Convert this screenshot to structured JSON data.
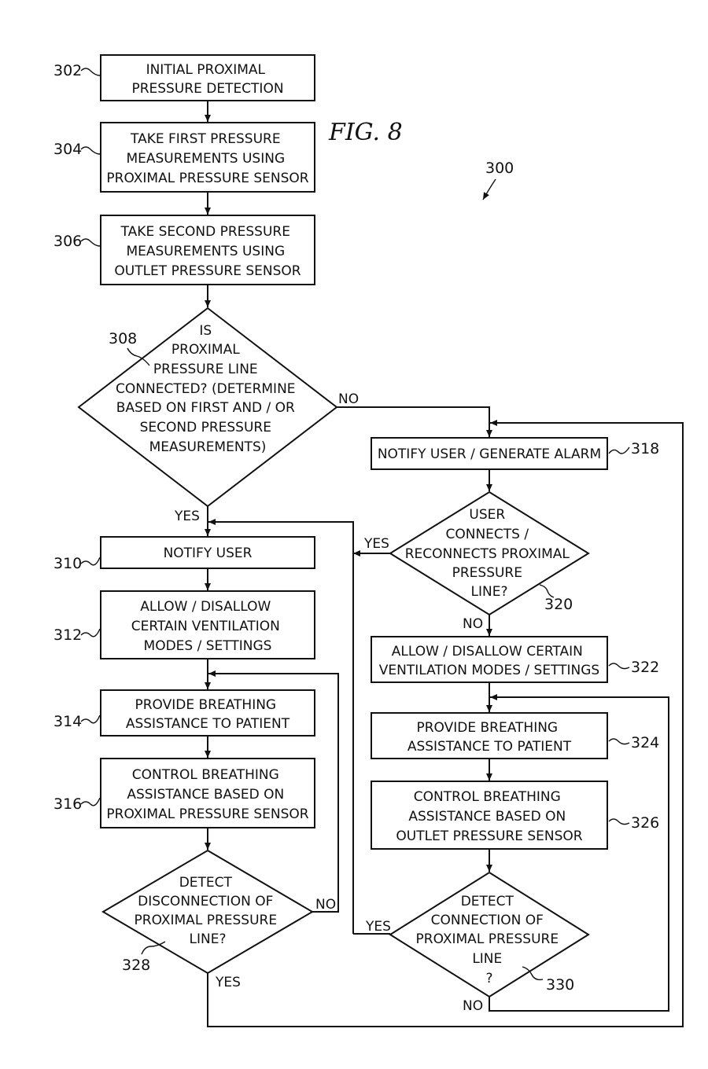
{
  "figure": {
    "title": "FIG. 8",
    "ref": "300"
  },
  "nodes": {
    "n302": {
      "ref": "302",
      "lines": [
        "INITIAL PROXIMAL",
        "PRESSURE DETECTION"
      ]
    },
    "n304": {
      "ref": "304",
      "lines": [
        "TAKE FIRST PRESSURE",
        "MEASUREMENTS USING",
        "PROXIMAL PRESSURE SENSOR"
      ]
    },
    "n306": {
      "ref": "306",
      "lines": [
        "TAKE SECOND PRESSURE",
        "MEASUREMENTS USING",
        "OUTLET PRESSURE SENSOR"
      ]
    },
    "n308": {
      "ref": "308",
      "lines": [
        "IS",
        "PROXIMAL",
        "PRESSURE LINE",
        "CONNECTED? (DETERMINE",
        "BASED ON FIRST AND / OR",
        "SECOND PRESSURE",
        "MEASUREMENTS)"
      ]
    },
    "n310": {
      "ref": "310",
      "lines": [
        "NOTIFY USER"
      ]
    },
    "n312": {
      "ref": "312",
      "lines": [
        "ALLOW / DISALLOW",
        "CERTAIN VENTILATION",
        "MODES / SETTINGS"
      ]
    },
    "n314": {
      "ref": "314",
      "lines": [
        "PROVIDE BREATHING",
        "ASSISTANCE TO PATIENT"
      ]
    },
    "n316": {
      "ref": "316",
      "lines": [
        "CONTROL BREATHING",
        "ASSISTANCE BASED ON",
        "PROXIMAL PRESSURE SENSOR"
      ]
    },
    "n318": {
      "ref": "318",
      "lines": [
        "NOTIFY USER / GENERATE ALARM"
      ]
    },
    "n320": {
      "ref": "320",
      "lines": [
        "USER",
        "CONNECTS /",
        "RECONNECTS PROXIMAL",
        "PRESSURE",
        "LINE?"
      ]
    },
    "n322": {
      "ref": "322",
      "lines": [
        "ALLOW / DISALLOW CERTAIN",
        "VENTILATION MODES / SETTINGS"
      ]
    },
    "n324": {
      "ref": "324",
      "lines": [
        "PROVIDE BREATHING",
        "ASSISTANCE TO PATIENT"
      ]
    },
    "n326": {
      "ref": "326",
      "lines": [
        "CONTROL BREATHING",
        "ASSISTANCE BASED ON",
        "OUTLET PRESSURE SENSOR"
      ]
    },
    "n328": {
      "ref": "328",
      "lines": [
        "DETECT",
        "DISCONNECTION OF",
        "PROXIMAL PRESSURE",
        "LINE?"
      ]
    },
    "n330": {
      "ref": "330",
      "lines": [
        "DETECT",
        "CONNECTION OF",
        "PROXIMAL PRESSURE",
        "LINE",
        "?"
      ]
    }
  },
  "branches": {
    "b308_no": "NO",
    "b308_yes": "YES",
    "b320_yes": "YES",
    "b320_no": "NO",
    "b328_no": "NO",
    "b328_yes": "YES",
    "b330_yes": "YES",
    "b330_no": "NO"
  }
}
